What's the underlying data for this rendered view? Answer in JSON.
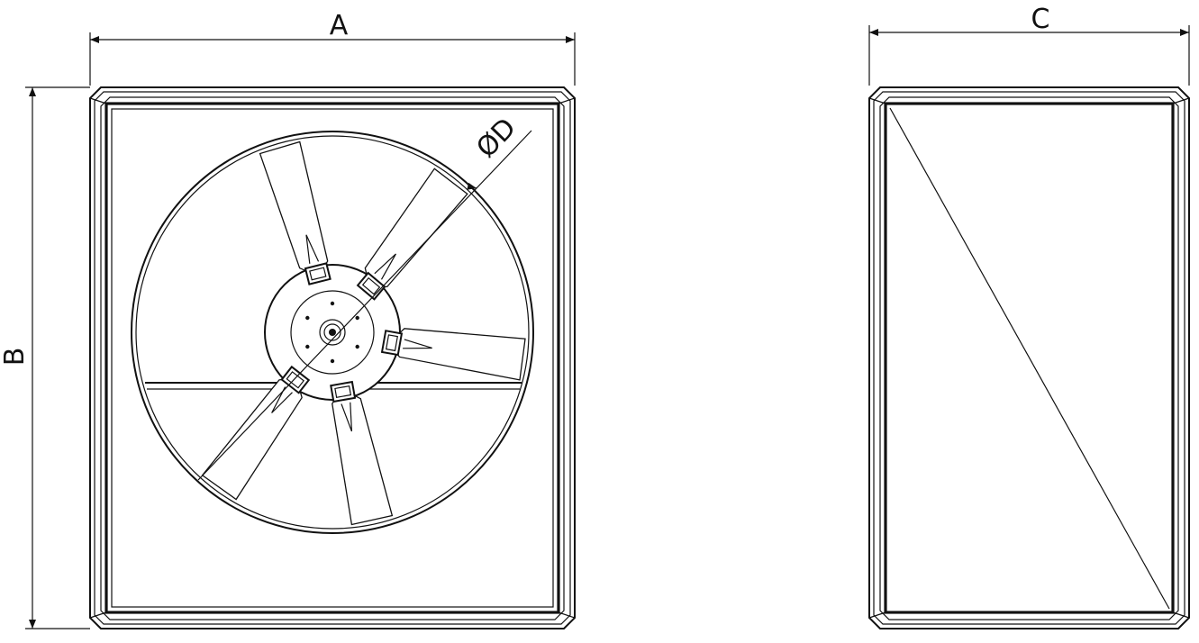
{
  "drawing": {
    "front_view": {
      "width_label": "A",
      "height_label": "B",
      "diameter_label": "ØD",
      "blade_count": 5
    },
    "side_view": {
      "depth_label": "C"
    },
    "colors": {
      "line": "#111111",
      "background": "#ffffff"
    }
  }
}
